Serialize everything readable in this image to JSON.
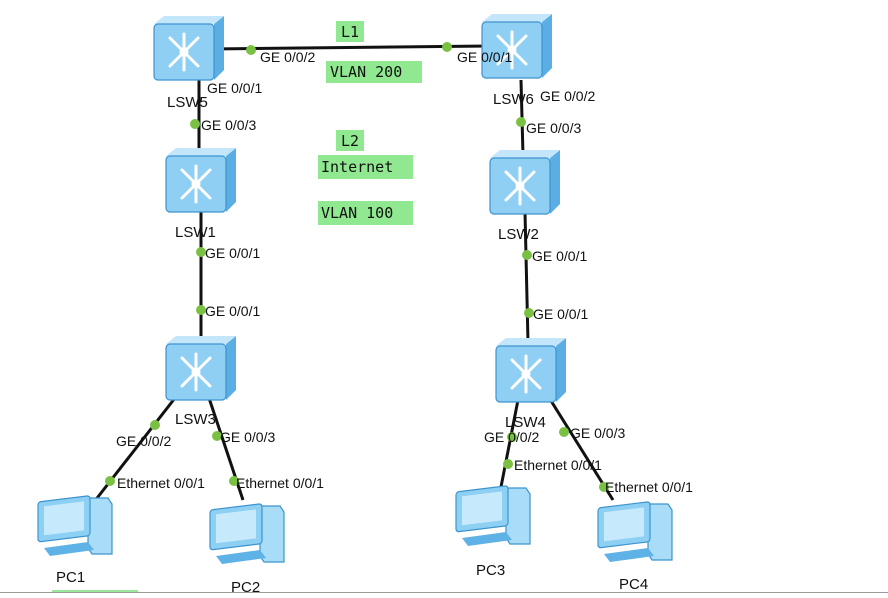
{
  "tags": {
    "l1": "L1",
    "vlan200": "VLAN 200",
    "l2": "L2",
    "internet": "Internet",
    "vlan100": "VLAN 100"
  },
  "devices": {
    "lsw1": "LSW1",
    "lsw2": "LSW2",
    "lsw3": "LSW3",
    "lsw4": "LSW4",
    "lsw5": "LSW5",
    "lsw6": "LSW6",
    "pc1": "PC1",
    "pc2": "PC2",
    "pc3": "PC3",
    "pc4": "PC4"
  },
  "ports": {
    "lsw5_g002": "GE 0/0/2",
    "lsw6_g001_top": "GE 0/0/1",
    "lsw5_g001": "GE 0/0/1",
    "lsw5_g003": "GE 0/0/3",
    "lsw6_g002": "GE 0/0/2",
    "lsw6_g003": "GE 0/0/3",
    "lsw1_g001": "GE 0/0/1",
    "lsw3_g001": "GE 0/0/1",
    "lsw2_g001": "GE 0/0/1",
    "lsw4_g001": "GE 0/0/1",
    "lsw3_g002": "GE 0/0/2",
    "lsw3_g003": "GE 0/0/3",
    "lsw4_g002": "GE 0/0/2",
    "lsw4_g003": "GE 0/0/3",
    "pc1_eth": "Ethernet 0/0/1",
    "pc2_eth": "Ethernet 0/0/1",
    "pc3_eth": "Ethernet 0/0/1",
    "pc4_eth": "Ethernet 0/0/1"
  },
  "colors": {
    "tag_background": "#90e890",
    "port_dot": "#7ac143",
    "link": "#111111",
    "device_blue": "#8ecff3"
  }
}
